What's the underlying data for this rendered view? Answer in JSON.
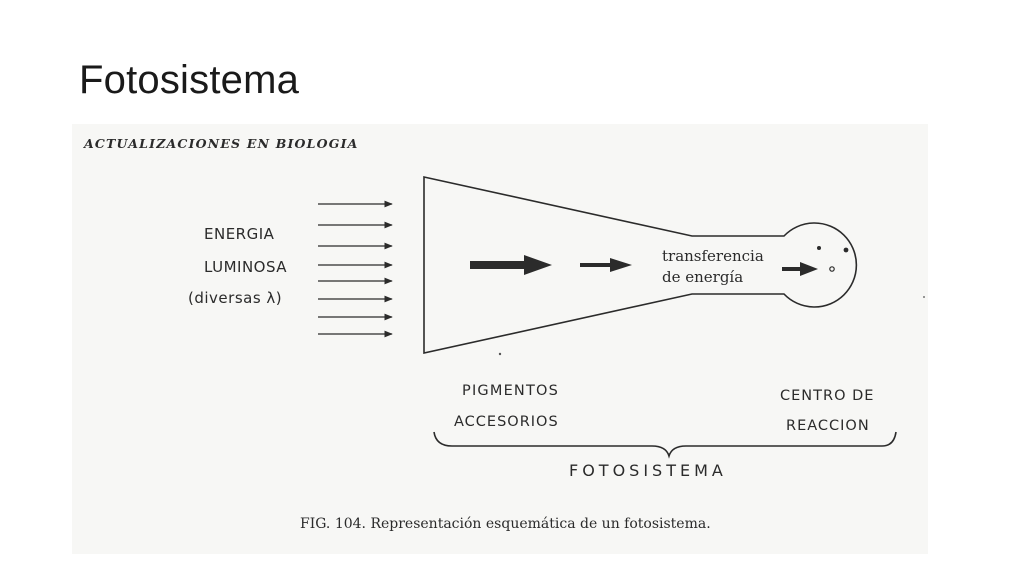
{
  "slide": {
    "title": "Fotosistema"
  },
  "figure": {
    "source_header": "ACTUALIZACIONES EN BIOLOGIA",
    "input_label": {
      "line1": "ENERGIA",
      "line2": "LUMINOSA",
      "line3": "(diversas λ)"
    },
    "transfer_label": {
      "line1": "transferencia",
      "line2": "de energía"
    },
    "left_part": {
      "line1": "PIGMENTOS",
      "line2": "ACCESORIOS"
    },
    "right_part": {
      "line1": "CENTRO DE",
      "line2": "REACCION"
    },
    "group_label": "FOTOSISTEMA",
    "caption": "FIG. 104. Representación esquemática de un fotosistema."
  },
  "colors": {
    "ink": "#2b2b2b",
    "paper": "#f7f7f5"
  }
}
